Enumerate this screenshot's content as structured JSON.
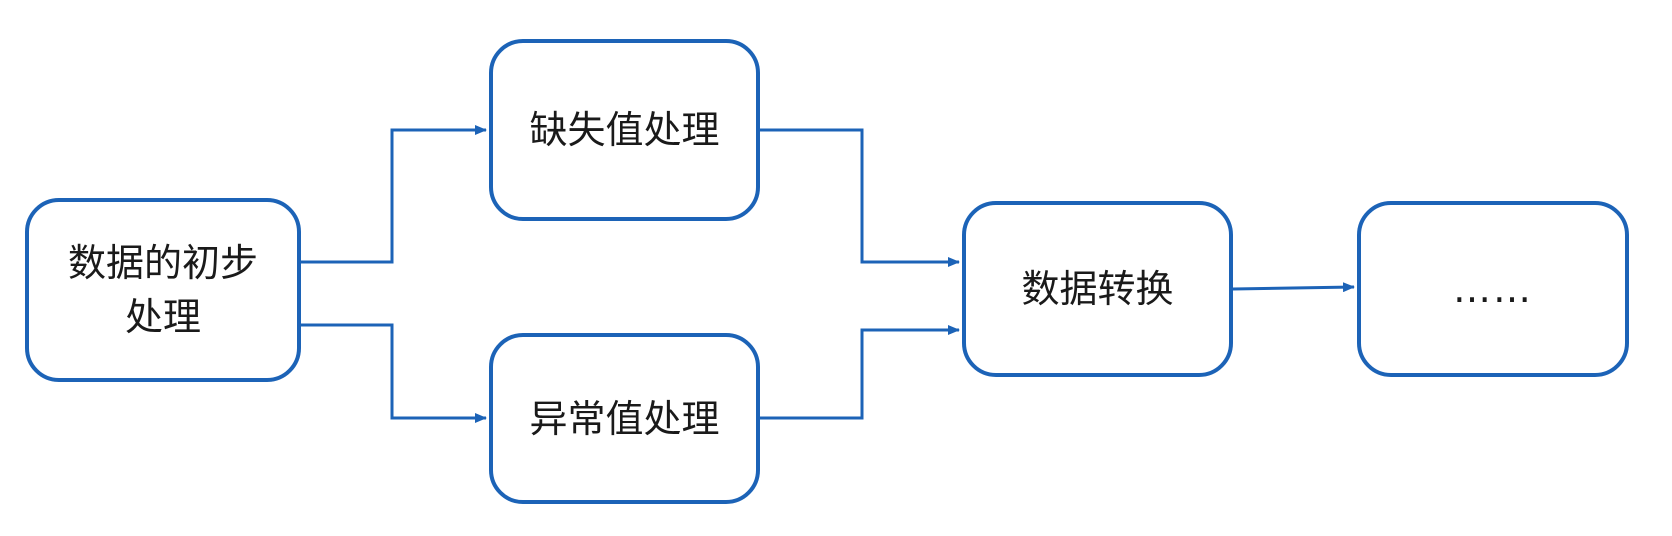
{
  "colors": {
    "accent": "#1c63b7",
    "text": "#1a1a1a",
    "background": "#ffffff"
  },
  "nodes": {
    "initial_processing": "数据的初步处理",
    "missing_value_processing": "缺失值处理",
    "outlier_processing": "异常值处理",
    "data_transformation": "数据转换",
    "ellipsis": "……"
  },
  "edges": [
    {
      "from": "initial_processing",
      "to": "missing_value_processing"
    },
    {
      "from": "initial_processing",
      "to": "outlier_processing"
    },
    {
      "from": "missing_value_processing",
      "to": "data_transformation"
    },
    {
      "from": "outlier_processing",
      "to": "data_transformation"
    },
    {
      "from": "data_transformation",
      "to": "ellipsis"
    }
  ]
}
